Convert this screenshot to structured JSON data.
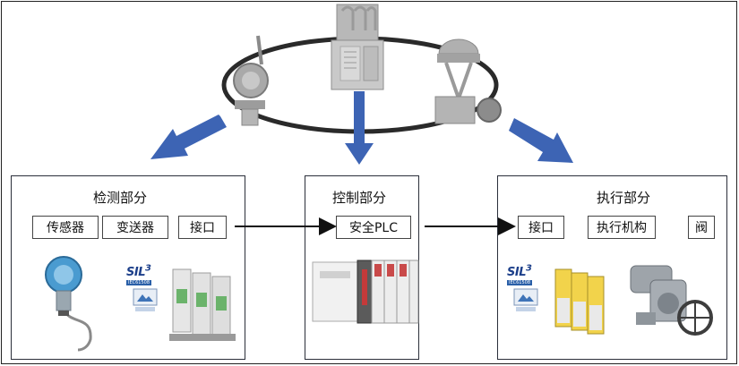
{
  "sections": {
    "detection": {
      "title": "检测部分",
      "tags": [
        "传感器",
        "变送器",
        "接口"
      ],
      "sil": {
        "label": "SIL",
        "level": "3",
        "standard": "IEC61508"
      }
    },
    "control": {
      "title": "控制部分",
      "tags": [
        "安全PLC"
      ]
    },
    "execution": {
      "title": "执行部分",
      "tags": [
        "接口",
        "执行机构",
        "阀"
      ],
      "sil": {
        "label": "SIL",
        "level": "3",
        "standard": "IEC61508"
      }
    }
  },
  "colors": {
    "arrow_blue": "#3d64b4",
    "border": "#2b2f3a",
    "device_gray": "#a7a7a7"
  },
  "icons": [
    "loop-diagram",
    "transmitter",
    "safety-controller",
    "control-valve",
    "pressure-transmitter",
    "isolator-modules",
    "plc-rack",
    "relay-modules",
    "electric-actuator"
  ]
}
